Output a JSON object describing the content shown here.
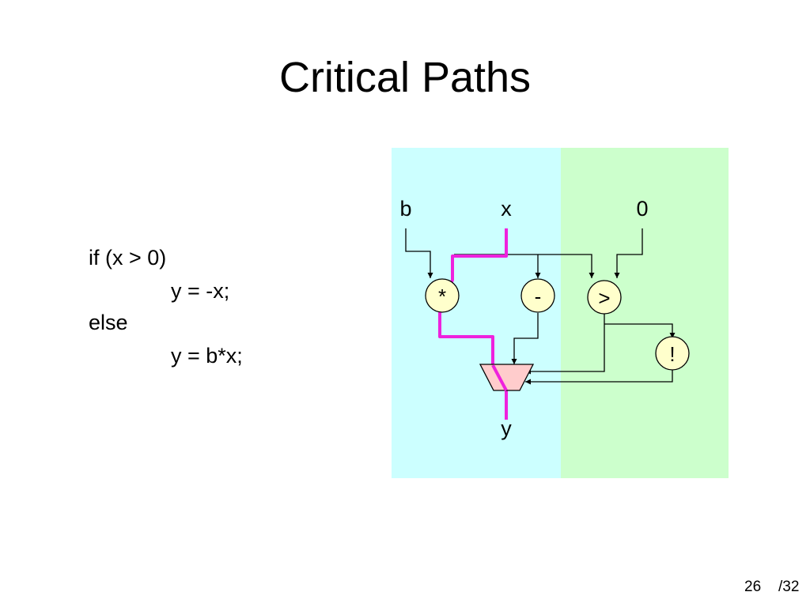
{
  "slide": {
    "title": "Critical Paths",
    "code_lines": [
      "if (x > 0)",
      "y = -x;",
      "else",
      "y = b*x;"
    ],
    "page_number": "26",
    "page_total": "/32"
  },
  "diagram": {
    "inputs": [
      "b",
      "x",
      "0"
    ],
    "output": "y",
    "operators": {
      "multiply": "*",
      "negate": "-",
      "compare": ">",
      "not": "!"
    }
  },
  "colors": {
    "left_region": "#ccffff",
    "right_region": "#ccffcc",
    "node_fill": "#ffffcc",
    "mux_fill": "#ffcccc",
    "critical_path": "#ee22dd"
  }
}
